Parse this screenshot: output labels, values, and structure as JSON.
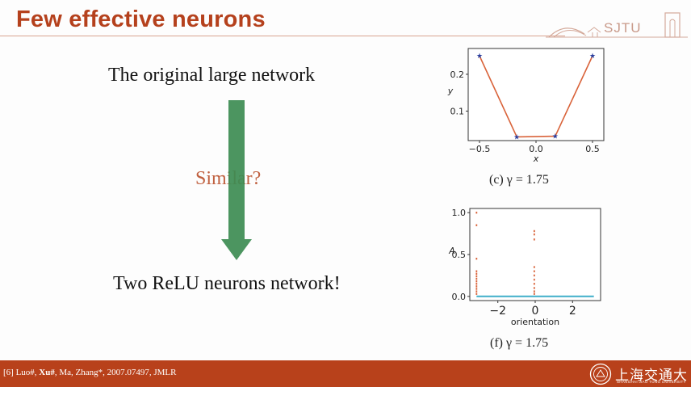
{
  "slide": {
    "title": "Few effective neurons",
    "logo_text": "SJTU",
    "text_original": "The original large network",
    "text_similar": "Similar?",
    "text_two_relu": "Two ReLU neurons network!",
    "caption_c": "(c) γ = 1.75",
    "caption_f": "(f) γ = 1.75",
    "footer_citation": {
      "prefix": "[6] Luo#, ",
      "bold": "Xu#",
      "suffix": ",  Ma, Zhang*, 2007.07497, JMLR"
    },
    "footer_logo_text": "上海交通大学",
    "footer_logo_sub": "SHANGHAI JIAO TONG UNIVERSITY"
  },
  "colors": {
    "title": "#b5411d",
    "footer": "#b8411b",
    "arrow": "#3d8c52",
    "similar": "#c0603f",
    "line_orange": "#d9633a",
    "marker_blue": "#2b3f9e",
    "baseline_cyan": "#4ab3cc"
  },
  "chart_data": [
    {
      "type": "line",
      "xlabel": "x",
      "ylabel": "y",
      "xlim": [
        -0.6,
        0.6
      ],
      "ylim": [
        0.02,
        0.27
      ],
      "xticks": [
        "−0.5",
        "0.0",
        "0.5"
      ],
      "yticks": [
        "0.1",
        "0.2"
      ],
      "x": [
        -0.5,
        -0.17,
        0.17,
        0.5
      ],
      "y": [
        0.25,
        0.03,
        0.032,
        0.25
      ],
      "caption": "(c) γ = 1.75"
    },
    {
      "type": "scatter",
      "xlabel": "orientation",
      "ylabel": "A",
      "xlim": [
        -3.5,
        3.5
      ],
      "ylim": [
        -0.05,
        1.05
      ],
      "xticks": [
        "−2",
        "0",
        "2"
      ],
      "yticks": [
        "0.0",
        "0.5",
        "1.0"
      ],
      "spikes": [
        {
          "x": -3.14,
          "values": [
            1.0,
            0.85,
            0.45,
            0.3,
            0.27,
            0.24,
            0.21,
            0.18,
            0.15,
            0.12,
            0.09,
            0.06,
            0.03
          ]
        },
        {
          "x": -0.05,
          "values": [
            0.78,
            0.74,
            0.68,
            0.35,
            0.3,
            0.25,
            0.2,
            0.15,
            0.1,
            0.06,
            0.03
          ]
        }
      ],
      "baseline": {
        "x_range": [
          -3.14,
          3.14
        ],
        "y": 0.0
      },
      "caption": "(f) γ = 1.75"
    }
  ]
}
